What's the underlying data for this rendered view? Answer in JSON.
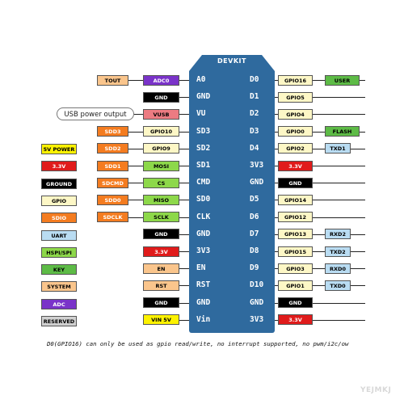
{
  "board": {
    "title": "DEVKIT",
    "left_pins": [
      "A0",
      "GND",
      "VU",
      "SD3",
      "SD2",
      "SD1",
      "CMD",
      "SD0",
      "CLK",
      "GND",
      "3V3",
      "EN",
      "RST",
      "GND",
      "Vin"
    ],
    "right_pins": [
      "D0",
      "D1",
      "D2",
      "D3",
      "D4",
      "3V3",
      "GND",
      "D5",
      "D6",
      "D7",
      "D8",
      "D9",
      "D10",
      "GND",
      "3V3"
    ]
  },
  "left_labels": [
    {
      "row": 0,
      "col": "outer",
      "text": "TOUT",
      "type": "other"
    },
    {
      "row": 0,
      "col": "inner",
      "text": "ADC0",
      "type": "adc"
    },
    {
      "row": 1,
      "col": "inner",
      "text": "GND",
      "type": "ground"
    },
    {
      "row": 2,
      "col": "inner",
      "text": "VUSB",
      "type": "vusb"
    },
    {
      "row": 3,
      "col": "outer",
      "text": "SDD3",
      "type": "sdio"
    },
    {
      "row": 3,
      "col": "inner",
      "text": "GPIO10",
      "type": "gpio"
    },
    {
      "row": 4,
      "col": "outer",
      "text": "SDD2",
      "type": "sdio"
    },
    {
      "row": 4,
      "col": "inner",
      "text": "GPIO9",
      "type": "gpio"
    },
    {
      "row": 5,
      "col": "outer",
      "text": "SDD1",
      "type": "sdio"
    },
    {
      "row": 5,
      "col": "inner",
      "text": "MOSI",
      "type": "hspi"
    },
    {
      "row": 6,
      "col": "outer",
      "text": "SDCMD",
      "type": "sdio"
    },
    {
      "row": 6,
      "col": "inner",
      "text": "CS",
      "type": "hspi"
    },
    {
      "row": 7,
      "col": "outer",
      "text": "SDD0",
      "type": "sdio"
    },
    {
      "row": 7,
      "col": "inner",
      "text": "MISO",
      "type": "hspi"
    },
    {
      "row": 8,
      "col": "outer",
      "text": "SDCLK",
      "type": "sdio"
    },
    {
      "row": 8,
      "col": "inner",
      "text": "SCLK",
      "type": "hspi"
    },
    {
      "row": 9,
      "col": "inner",
      "text": "GND",
      "type": "ground"
    },
    {
      "row": 10,
      "col": "inner",
      "text": "3.3V",
      "type": "power"
    },
    {
      "row": 11,
      "col": "inner",
      "text": "EN",
      "type": "system"
    },
    {
      "row": 12,
      "col": "inner",
      "text": "RST",
      "type": "system"
    },
    {
      "row": 13,
      "col": "inner",
      "text": "GND",
      "type": "ground"
    },
    {
      "row": 14,
      "col": "inner",
      "text": "VIN 5V",
      "type": "vin"
    }
  ],
  "right_labels": [
    {
      "row": 0,
      "col": "inner",
      "text": "GPIO16",
      "type": "gpio"
    },
    {
      "row": 0,
      "col": "outer",
      "text": "USER",
      "type": "user"
    },
    {
      "row": 1,
      "col": "inner",
      "text": "GPIO5",
      "type": "gpio"
    },
    {
      "row": 2,
      "col": "inner",
      "text": "GPIO4",
      "type": "gpio"
    },
    {
      "row": 3,
      "col": "inner",
      "text": "GPIO0",
      "type": "gpio"
    },
    {
      "row": 3,
      "col": "outer",
      "text": "FLASH",
      "type": "user"
    },
    {
      "row": 4,
      "col": "inner",
      "text": "GPIO2",
      "type": "gpio"
    },
    {
      "row": 4,
      "col": "outer",
      "text": "TXD1",
      "type": "uart"
    },
    {
      "row": 5,
      "col": "inner",
      "text": "3.3V",
      "type": "power"
    },
    {
      "row": 6,
      "col": "inner",
      "text": "GND",
      "type": "ground"
    },
    {
      "row": 7,
      "col": "inner",
      "text": "GPIO14",
      "type": "gpio"
    },
    {
      "row": 8,
      "col": "inner",
      "text": "GPIO12",
      "type": "gpio"
    },
    {
      "row": 9,
      "col": "inner",
      "text": "GPIO13",
      "type": "gpio"
    },
    {
      "row": 9,
      "col": "outer",
      "text": "RXD2",
      "type": "uart"
    },
    {
      "row": 10,
      "col": "inner",
      "text": "GPIO15",
      "type": "gpio"
    },
    {
      "row": 10,
      "col": "outer",
      "text": "TXD2",
      "type": "uart"
    },
    {
      "row": 11,
      "col": "inner",
      "text": "GPIO3",
      "type": "gpio"
    },
    {
      "row": 11,
      "col": "outer",
      "text": "RXD0",
      "type": "uart"
    },
    {
      "row": 12,
      "col": "inner",
      "text": "GPIO1",
      "type": "gpio"
    },
    {
      "row": 12,
      "col": "outer",
      "text": "TXD0",
      "type": "uart"
    },
    {
      "row": 13,
      "col": "inner",
      "text": "GND",
      "type": "ground"
    },
    {
      "row": 14,
      "col": "inner",
      "text": "3.3V",
      "type": "power"
    }
  ],
  "legend": [
    {
      "text": "5V POWER",
      "type": "vin"
    },
    {
      "text": "3.3V",
      "type": "power"
    },
    {
      "text": "GROUND",
      "type": "ground"
    },
    {
      "text": "GPIO",
      "type": "gpio"
    },
    {
      "text": "SDIO",
      "type": "sdio"
    },
    {
      "text": "UART",
      "type": "uart"
    },
    {
      "text": "HSPI/SPI",
      "type": "hspi"
    },
    {
      "text": "KEY",
      "type": "user"
    },
    {
      "text": "SYSTEM",
      "type": "system"
    },
    {
      "text": "ADC",
      "type": "adc"
    },
    {
      "text": "RESERVED",
      "type": "reserved"
    }
  ],
  "callout": "USB power output",
  "note": "D0(GPIO16) can only be used as gpio read/write, no interrupt supported, no pwm/i2c/ow",
  "watermark": "YEJMKJ",
  "colors": {
    "vin": {
      "bg": "#fdf200",
      "fg": "#000000"
    },
    "power": {
      "bg": "#e01b1b",
      "fg": "#ffffff"
    },
    "ground": {
      "bg": "#000000",
      "fg": "#ffffff"
    },
    "gpio": {
      "bg": "#fdf7c6",
      "fg": "#000000"
    },
    "sdio": {
      "bg": "#f47c20",
      "fg": "#ffffff"
    },
    "uart": {
      "bg": "#b9dcf2",
      "fg": "#000000"
    },
    "hspi": {
      "bg": "#8dd84a",
      "fg": "#000000"
    },
    "user": {
      "bg": "#5dbb46",
      "fg": "#000000"
    },
    "system": {
      "bg": "#fac58c",
      "fg": "#000000"
    },
    "adc": {
      "bg": "#7a33c9",
      "fg": "#ffffff"
    },
    "reserved": {
      "bg": "#d0d0d0",
      "fg": "#000000"
    },
    "vusb": {
      "bg": "#ec7b82",
      "fg": "#000000"
    },
    "other": {
      "bg": "#fac58c",
      "fg": "#000000"
    }
  }
}
